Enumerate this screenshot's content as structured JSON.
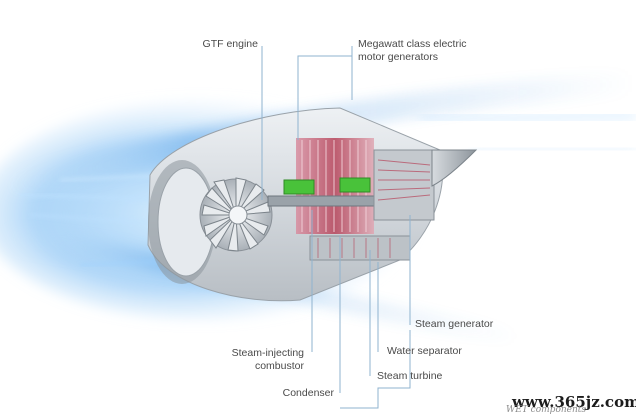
{
  "labels": {
    "gtf_engine": "GTF engine",
    "mw_line1": "Megawatt class electric",
    "mw_line2": "motor generators",
    "steam_generator": "Steam generator",
    "water_separator": "Water separator",
    "steam_turbine": "Steam turbine",
    "combustor_line1": "Steam-injecting",
    "combustor_line2": "combustor",
    "condenser": "Condenser"
  },
  "watermark": {
    "main": "www.365jz.com",
    "sub": "WET components"
  },
  "colors": {
    "leader_line": "#8fb3cf",
    "airflow": "#3a8fe0",
    "engine_body": "#c9ced3",
    "motor_coil": "#b7445a",
    "motor_core": "#49c23a",
    "label_text": "#4a4a4a"
  }
}
